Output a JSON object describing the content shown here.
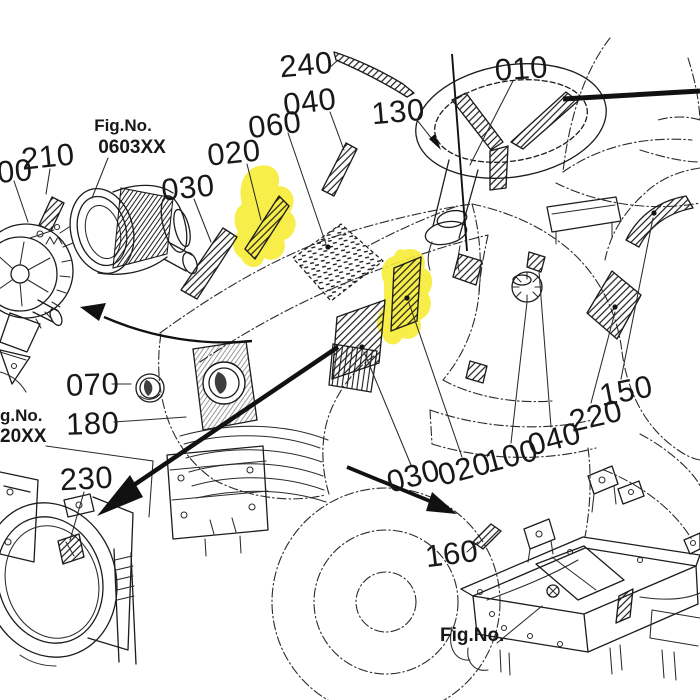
{
  "canvas": {
    "background": "#ffffff",
    "line_color": "#1c1c1c",
    "highlight_color": "#f6ec35",
    "description": "Exploded parts diagram of a riding lawn tractor with decal/label callouts; two 020 decals highlighted in yellow"
  },
  "callouts": [
    {
      "text": "240"
    },
    {
      "text": "040"
    },
    {
      "text": "060"
    },
    {
      "text": "020"
    },
    {
      "text": "030"
    },
    {
      "text": "130"
    },
    {
      "text": "010"
    },
    {
      "text": "210"
    },
    {
      "text": "00"
    },
    {
      "text": "070"
    },
    {
      "text": "180"
    },
    {
      "text": "230"
    },
    {
      "text": "030"
    },
    {
      "text": "020"
    },
    {
      "text": "100"
    },
    {
      "text": "040"
    },
    {
      "text": "220"
    },
    {
      "text": "150"
    },
    {
      "text": "160"
    }
  ],
  "figure_refs": {
    "top_left": {
      "line1": "Fig.No.",
      "line2": "0603XX"
    },
    "left_edge": {
      "line1": "g.No.",
      "line2": "20XX"
    },
    "bottom_right": {
      "label": "Fig.No."
    }
  },
  "highlight": {
    "highlighted_callout": "020",
    "count": 2
  }
}
